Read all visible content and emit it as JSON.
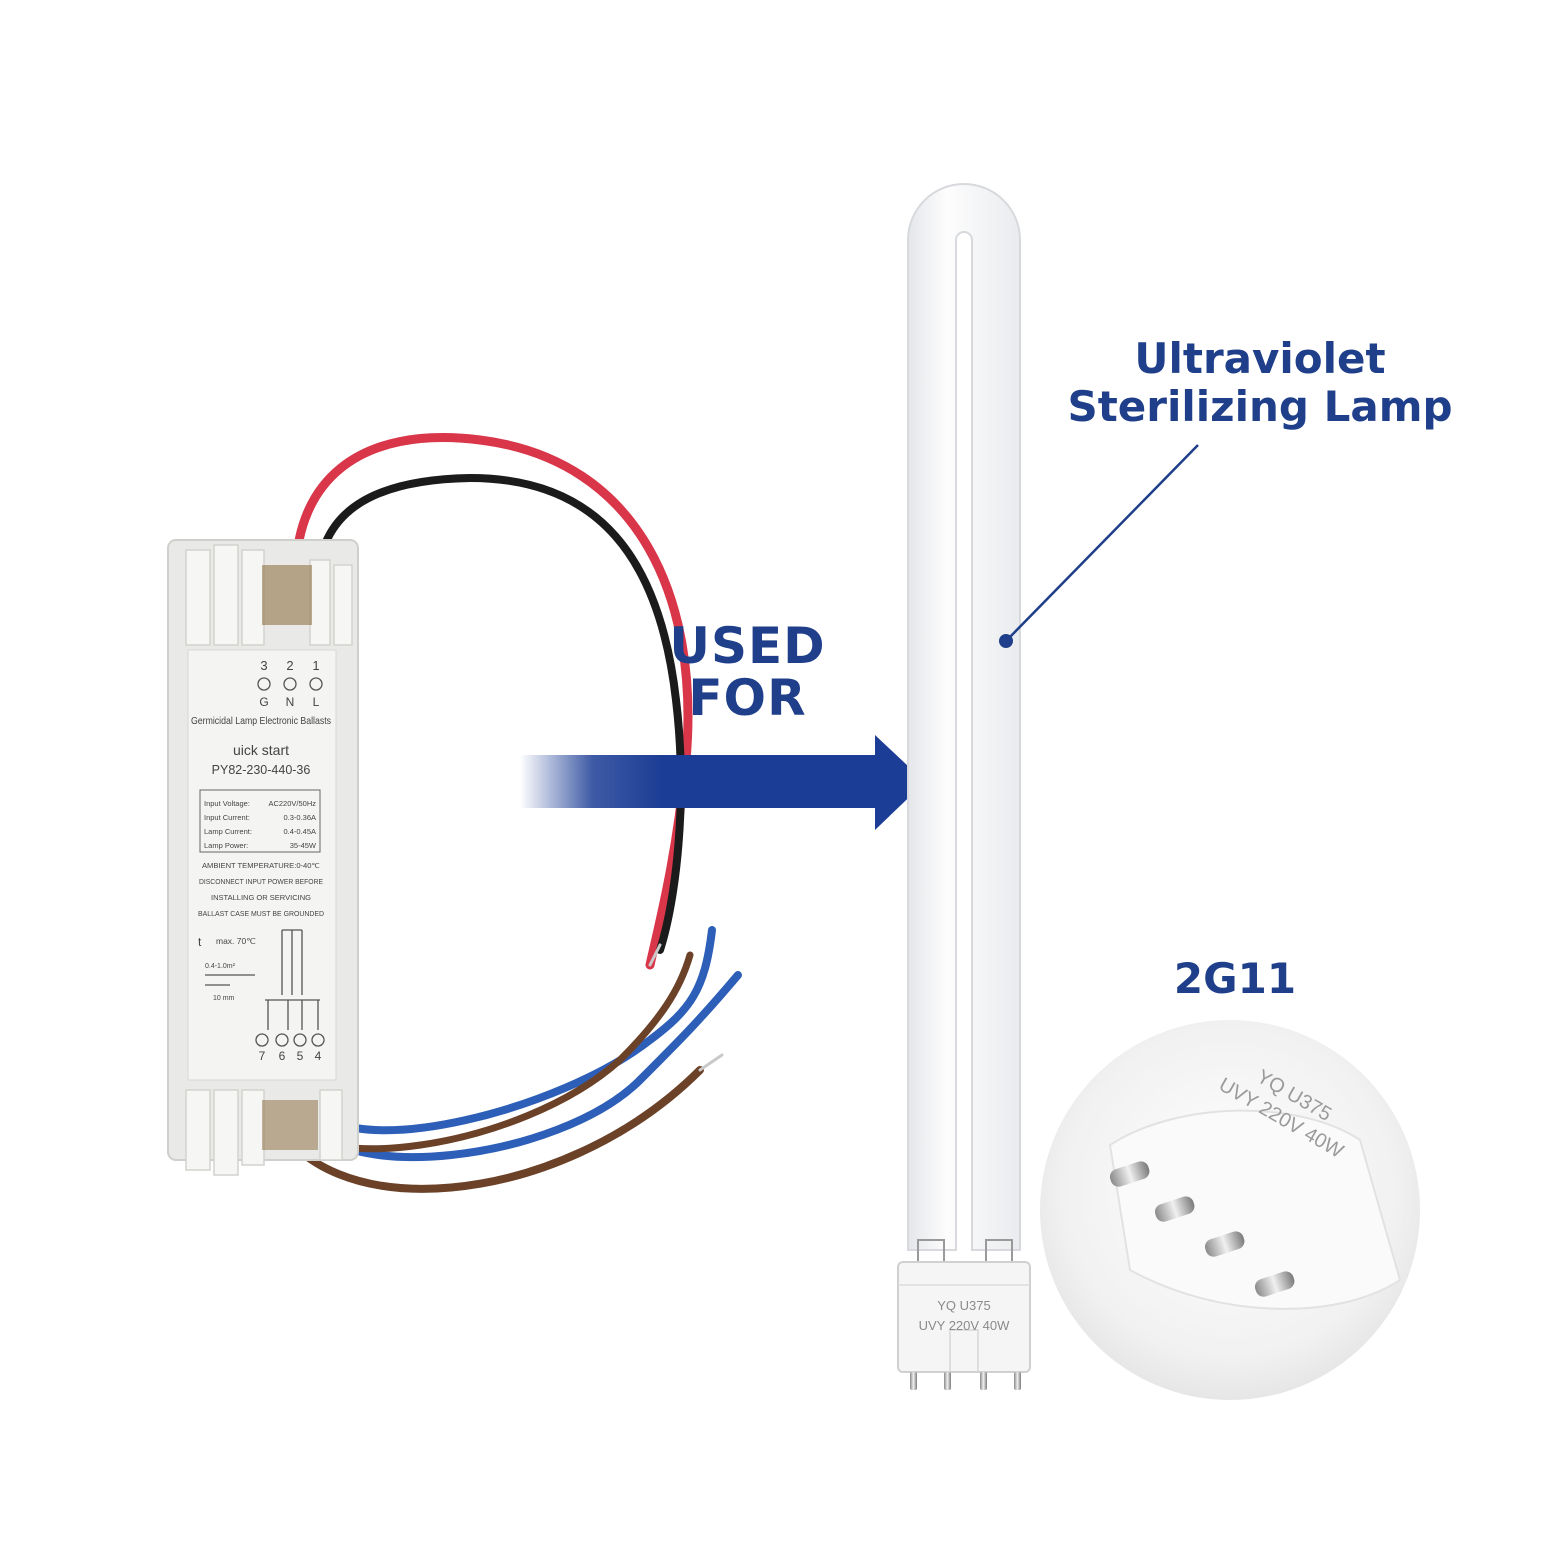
{
  "headline": {
    "used_for": [
      "USED",
      "FOR"
    ]
  },
  "lamp": {
    "title_line1": "Ultraviolet",
    "title_line2": "Sterilizing Lamp",
    "base_code": "2G11",
    "base_print_line1": "YQ  U375",
    "base_print_line2": "UVY  220V  40W"
  },
  "ballast": {
    "terminals_top": [
      "3",
      "2",
      "1"
    ],
    "terminal_letters": [
      "G",
      "N",
      "L"
    ],
    "product_name": "Germicidal Lamp Electronic Ballasts",
    "start_type": "uick start",
    "model": "PY82-230-440-36",
    "specs": [
      {
        "label": "Input Voltage:",
        "value": "AC220V/50Hz"
      },
      {
        "label": "Input Current:",
        "value": "0.3-0.36A"
      },
      {
        "label": "Lamp Current:",
        "value": "0.4-0.45A"
      },
      {
        "label": "Lamp Power:",
        "value": "35-45W"
      }
    ],
    "warnings": [
      "AMBIENT TEMPERATURE:0-40℃",
      "DISCONNECT INPUT POWER BEFORE",
      "INSTALLING OR SERVICING",
      "BALLAST CASE MUST BE GROUNDED"
    ],
    "tc_max": "max. 70℃",
    "wire_gauge": "0.4-1.0m²",
    "strip_length": "10 mm",
    "terminals_bottom": [
      "7",
      "6",
      "5",
      "4"
    ]
  },
  "colors": {
    "brand_blue": "#1f3f8a",
    "arrow_blue": "#1c3d95",
    "wire_red": "#d9364a",
    "wire_blue": "#2e5fb8",
    "wire_brown": "#6b4128"
  }
}
